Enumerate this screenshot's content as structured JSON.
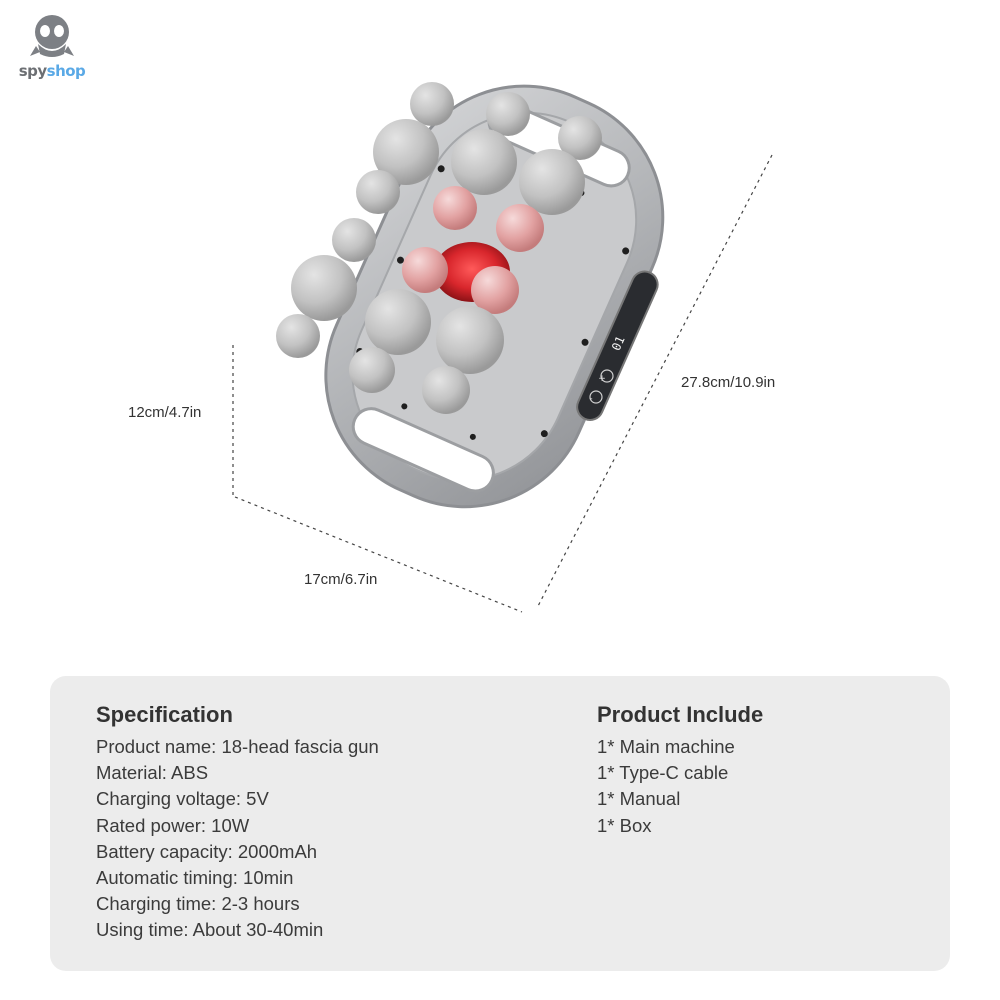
{
  "brand": {
    "name_part1": "spy",
    "name_part2": "shop"
  },
  "dimensions": {
    "height": "12cm/4.7in",
    "width": "17cm/6.7in",
    "length": "27.8cm/10.9in"
  },
  "device": {
    "display_reading": "01",
    "controls": [
      "+",
      "-"
    ]
  },
  "specification": {
    "title": "Specification",
    "items": [
      "Product name: 18-head fascia gun",
      "Material: ABS",
      "Charging voltage: 5V",
      "Rated power: 10W",
      "Battery capacity: 2000mAh",
      "Automatic timing: 10min",
      "Charging time: 2-3 hours",
      "Using time: About 30-40min"
    ]
  },
  "product_include": {
    "title": "Product Include",
    "items": [
      "1* Main machine",
      "1* Type-C cable",
      "1* Manual",
      "1* Box"
    ]
  },
  "colors": {
    "panel_bg": "#ececec",
    "body_silver": "#b9bbbe",
    "ball_gray": "#c4c4c4",
    "red_light": "#d8262c",
    "logo_gray": "#6c6f73",
    "logo_blue": "#5aa9e6"
  }
}
